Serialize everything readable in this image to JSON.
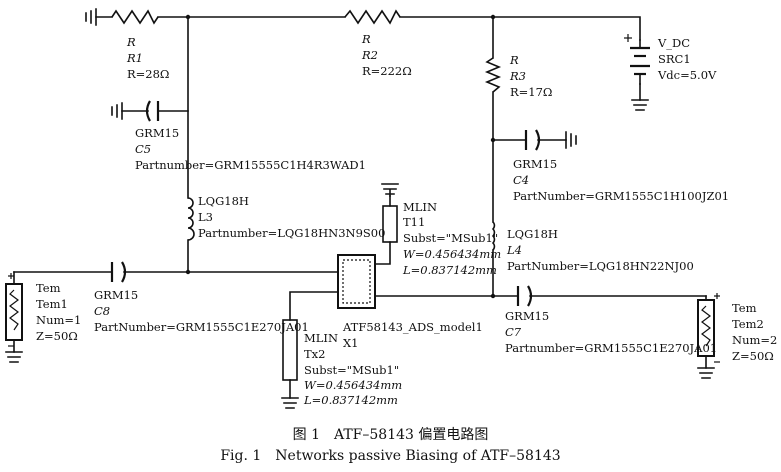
{
  "components": {
    "R1": {
      "l1": "R",
      "l2": "R1",
      "l3": "R=28Ω"
    },
    "R2": {
      "l1": "R",
      "l2": "R2",
      "l3": "R=222Ω"
    },
    "R3": {
      "l1": "R",
      "l2": "R3",
      "l3": "R=17Ω"
    },
    "C5": {
      "l1": "GRM15",
      "l2": "C5",
      "l3": "Partnumber=GRM15555C1H4R3WAD1"
    },
    "L3": {
      "l1": "LQG18H",
      "l2": "L3",
      "l3": "Partnumber=LQG18HN3N9S00"
    },
    "C4": {
      "l1": "GRM15",
      "l2": "C4",
      "l3": "PartNumber=GRM1555C1H100JZ01"
    },
    "L4": {
      "l1": "LQG18H",
      "l2": "L4",
      "l3": "PartNumber=LQG18HN22NJ00"
    },
    "T11": {
      "l1": "MLIN",
      "l2": "T11",
      "l3": "Subst=\"MSub1\"",
      "l4": "W=0.456434mm",
      "l5": "L=0.837142mm"
    },
    "Tx2": {
      "l1": "MLIN",
      "l2": "Tx2",
      "l3": "Subst=\"MSub1\"",
      "l4": "W=0.456434mm",
      "l5": "L=0.837142mm"
    },
    "X1": {
      "l1": "ATF58143_ADS_model1",
      "l2": "X1"
    },
    "C8": {
      "l1": "GRM15",
      "l2": "C8",
      "l3": "PartNumber=GRM1555C1E270JA01"
    },
    "C7": {
      "l1": "GRM15",
      "l2": "C7",
      "l3": "Partnumber=GRM1555C1E270JA01"
    },
    "Tem1": {
      "l1": "Tem",
      "l2": "Tem1",
      "l3": "Num=1",
      "l4": "Z=50Ω"
    },
    "Tem2": {
      "l1": "Tem",
      "l2": "Tem2",
      "l3": "Num=2",
      "l4": "Z=50Ω"
    },
    "SRC1": {
      "l1": "V_DC",
      "l2": "SRC1",
      "l3": "Vdc=5.0V"
    }
  },
  "caption": {
    "cn": "图 1　ATF–58143 偏置电路图",
    "en": "Fig. 1　Networks passive Biasing of ATF–58143"
  }
}
